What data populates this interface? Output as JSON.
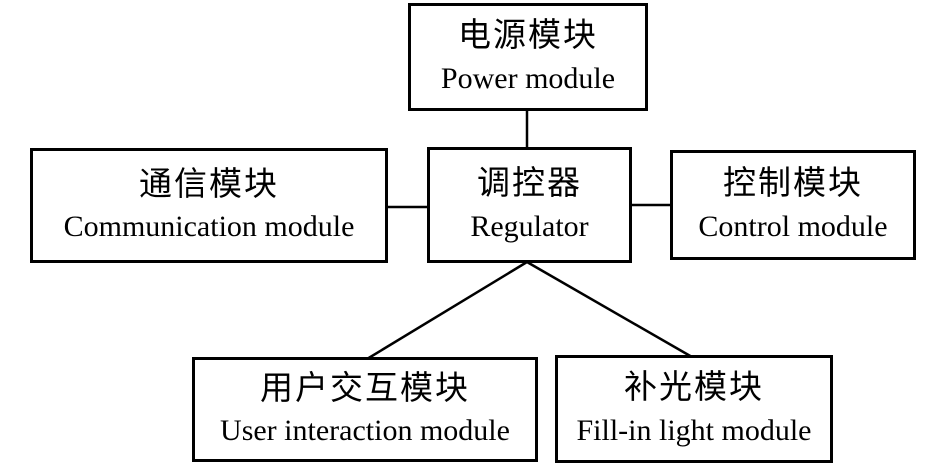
{
  "diagram": {
    "nodes": {
      "power": {
        "zh": "电源模块",
        "en": "Power module"
      },
      "communication": {
        "zh": "通信模块",
        "en": "Communication module"
      },
      "regulator": {
        "zh": "调控器",
        "en": "Regulator"
      },
      "control": {
        "zh": "控制模块",
        "en": "Control module"
      },
      "user_interaction": {
        "zh": "用户交互模块",
        "en": "User interaction module"
      },
      "fill_in_light": {
        "zh": "补光模块",
        "en": "Fill-in light module"
      }
    },
    "edges": [
      {
        "from": "power",
        "to": "regulator"
      },
      {
        "from": "communication",
        "to": "regulator"
      },
      {
        "from": "regulator",
        "to": "control"
      },
      {
        "from": "regulator",
        "to": "user_interaction"
      },
      {
        "from": "regulator",
        "to": "fill_in_light"
      }
    ]
  },
  "colors": {
    "background": "#ffffff",
    "box_border": "#000000",
    "text": "#000000",
    "connector": "#000000"
  }
}
